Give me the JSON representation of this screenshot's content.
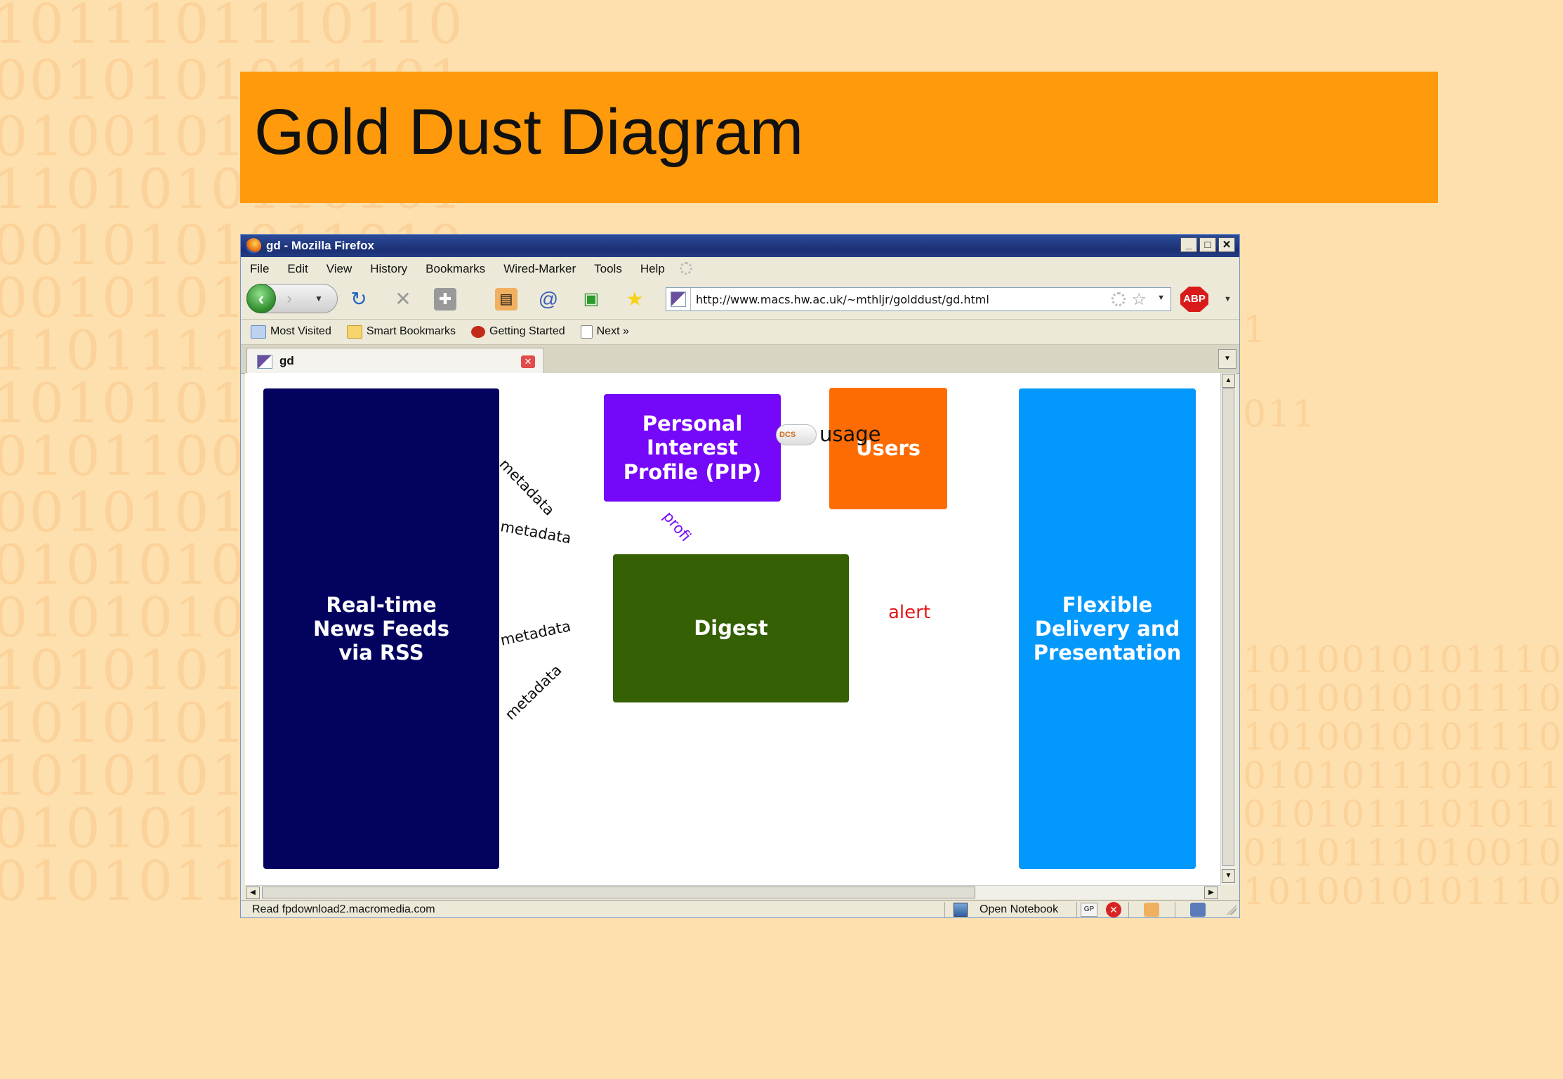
{
  "slide": {
    "title": "Gold Dust Diagram",
    "background_binary": [
      "1011101110110",
      "0010101011101",
      "0100101011010",
      "1101010110101",
      "0010101011010",
      "0010101011010",
      "1101111010110",
      "1010101011010",
      "0101100101101",
      "0010101011010",
      "0101010111010",
      "0101010110101",
      "1010101101010",
      "1010101101010",
      "1010101101010",
      "0101011010101",
      "0101011010101"
    ],
    "right_binary": [
      "1",
      "011",
      "1010010101110",
      "1010010101110",
      "1010010101110",
      "0101011101011",
      "0101011101011",
      "0110111010010",
      "1010010101110"
    ],
    "colors": {
      "background": "#fde0ad",
      "title_bar": "#fe9a0c"
    }
  },
  "window": {
    "title": "gd - Mozilla Firefox",
    "controls": {
      "minimize": "_",
      "maximize": "□",
      "close": "✕"
    },
    "menu": [
      "File",
      "Edit",
      "View",
      "History",
      "Bookmarks",
      "Wired-Marker",
      "Tools",
      "Help"
    ],
    "url": "http://www.macs.hw.ac.uk/~mthljr/golddust/gd.html",
    "abp_label": "ABP",
    "bookmarks": [
      {
        "label": "Most Visited",
        "icon": "most-visited-icon"
      },
      {
        "label": "Smart Bookmarks",
        "icon": "folder-icon"
      },
      {
        "label": "Getting Started",
        "icon": "getting-started-icon"
      },
      {
        "label": "Next »",
        "icon": "page-icon"
      }
    ],
    "tab": {
      "label": "gd",
      "close": "✕"
    },
    "status": {
      "message": "Read fpdownload2.macromedia.com",
      "notebook_label": "Open Notebook",
      "gp_label": "GP",
      "error_glyph": "✕"
    }
  },
  "diagram": {
    "boxes": {
      "feeds": "Real-time\nNews Feeds\nvia RSS",
      "pip": "Personal\nInterest\nProfile (PIP)",
      "users": "Users",
      "delivery": "Flexible\nDelivery and\nPresentation",
      "digest": "Digest"
    },
    "labels": {
      "metadata_1": "metadata",
      "metadata_2": "metadata",
      "metadata_3": "metadata",
      "metadata_4": "metadata",
      "usage": "usage",
      "profile": "profi",
      "alert": "alert",
      "usage_pill": "DCS"
    },
    "colors": {
      "feeds": "#03035f",
      "pip": "#7508f9",
      "users": "#fd6c03",
      "delivery": "#0398fc",
      "digest": "#356004",
      "alert": "#e8141a",
      "profile": "#7508f9"
    }
  }
}
